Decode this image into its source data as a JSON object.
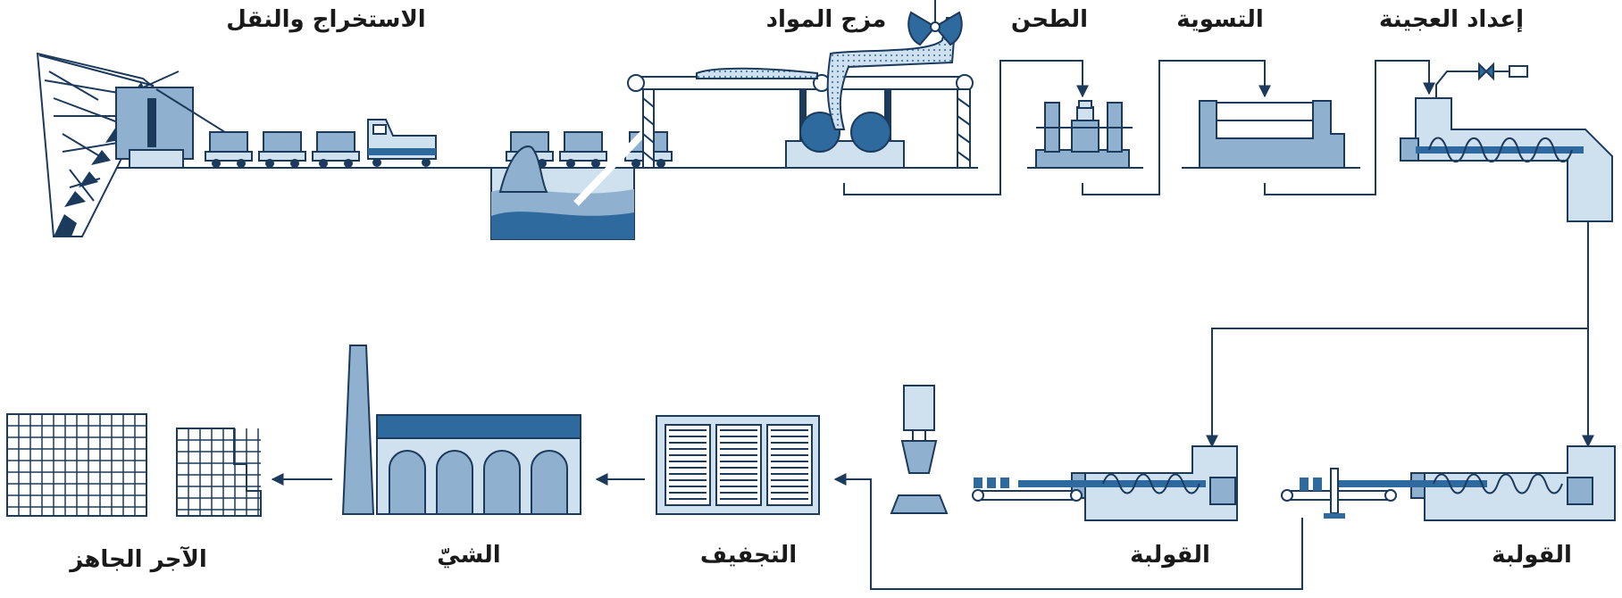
{
  "colors": {
    "outline": "#1b3a5c",
    "dark": "#2e6a9e",
    "mid": "#8fb0cf",
    "light": "#cfe0ef",
    "arrow": "#1b3a5c"
  },
  "stages": {
    "extraction": "الاستخراج والنقل",
    "mixing": "مزج المواد",
    "grinding": "الطحن",
    "leveling": "التسوية",
    "paste": "إعداد العجينة",
    "molding_right": "القولبة",
    "molding_left": "القولبة",
    "drying": "التجفيف",
    "firing": "الشيّ",
    "finished": "الآجر الجاهز"
  },
  "icons": [
    "excavator-icon",
    "mine-cart-icon",
    "truck-icon",
    "pit-icon",
    "conveyor-icon",
    "crusher-icon",
    "fan-icon",
    "grinder-icon",
    "leveler-icon",
    "pug-mill-icon",
    "extruder-icon",
    "cutter-icon",
    "dryer-icon",
    "kiln-icon",
    "brick-stack-icon"
  ]
}
